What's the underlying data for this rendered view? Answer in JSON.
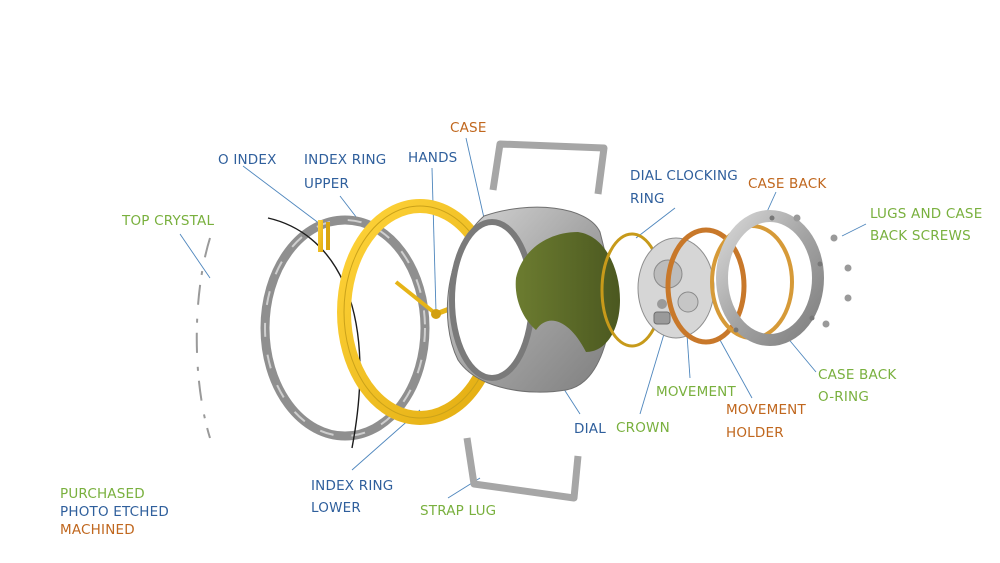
{
  "colors": {
    "purchased": "#79b03e",
    "photo_etched": "#2f5f9c",
    "machined": "#c0671e",
    "leader": "#4e86bd",
    "steel": "#9d9d9d",
    "gold": "#f1c11f",
    "dial_green": "#5e6d2a"
  },
  "labels": {
    "o_index": "O INDEX",
    "index_ring_upper_1": "INDEX RING",
    "index_ring_upper_2": "UPPER",
    "hands": "HANDS",
    "case": "CASE",
    "dial_clocking_ring_1": "DIAL CLOCKING",
    "dial_clocking_ring_2": "RING",
    "case_back": "CASE BACK",
    "lugs_screws_1": "LUGS AND CASE",
    "lugs_screws_2": "BACK SCREWS",
    "top_crystal": "TOP CRYSTAL",
    "movement": "MOVEMENT",
    "movement_holder_1": "MOVEMENT",
    "movement_holder_2": "HOLDER",
    "case_back_oring_1": "CASE BACK",
    "case_back_oring_2": "O-RING",
    "dial": "DIAL",
    "crown": "CROWN",
    "index_ring_lower_1": "INDEX RING",
    "index_ring_lower_2": "LOWER",
    "strap_lug": "STRAP LUG"
  },
  "legend": {
    "purchased": "PURCHASED",
    "photo_etched": "PHOTO ETCHED",
    "machined": "MACHINED"
  }
}
